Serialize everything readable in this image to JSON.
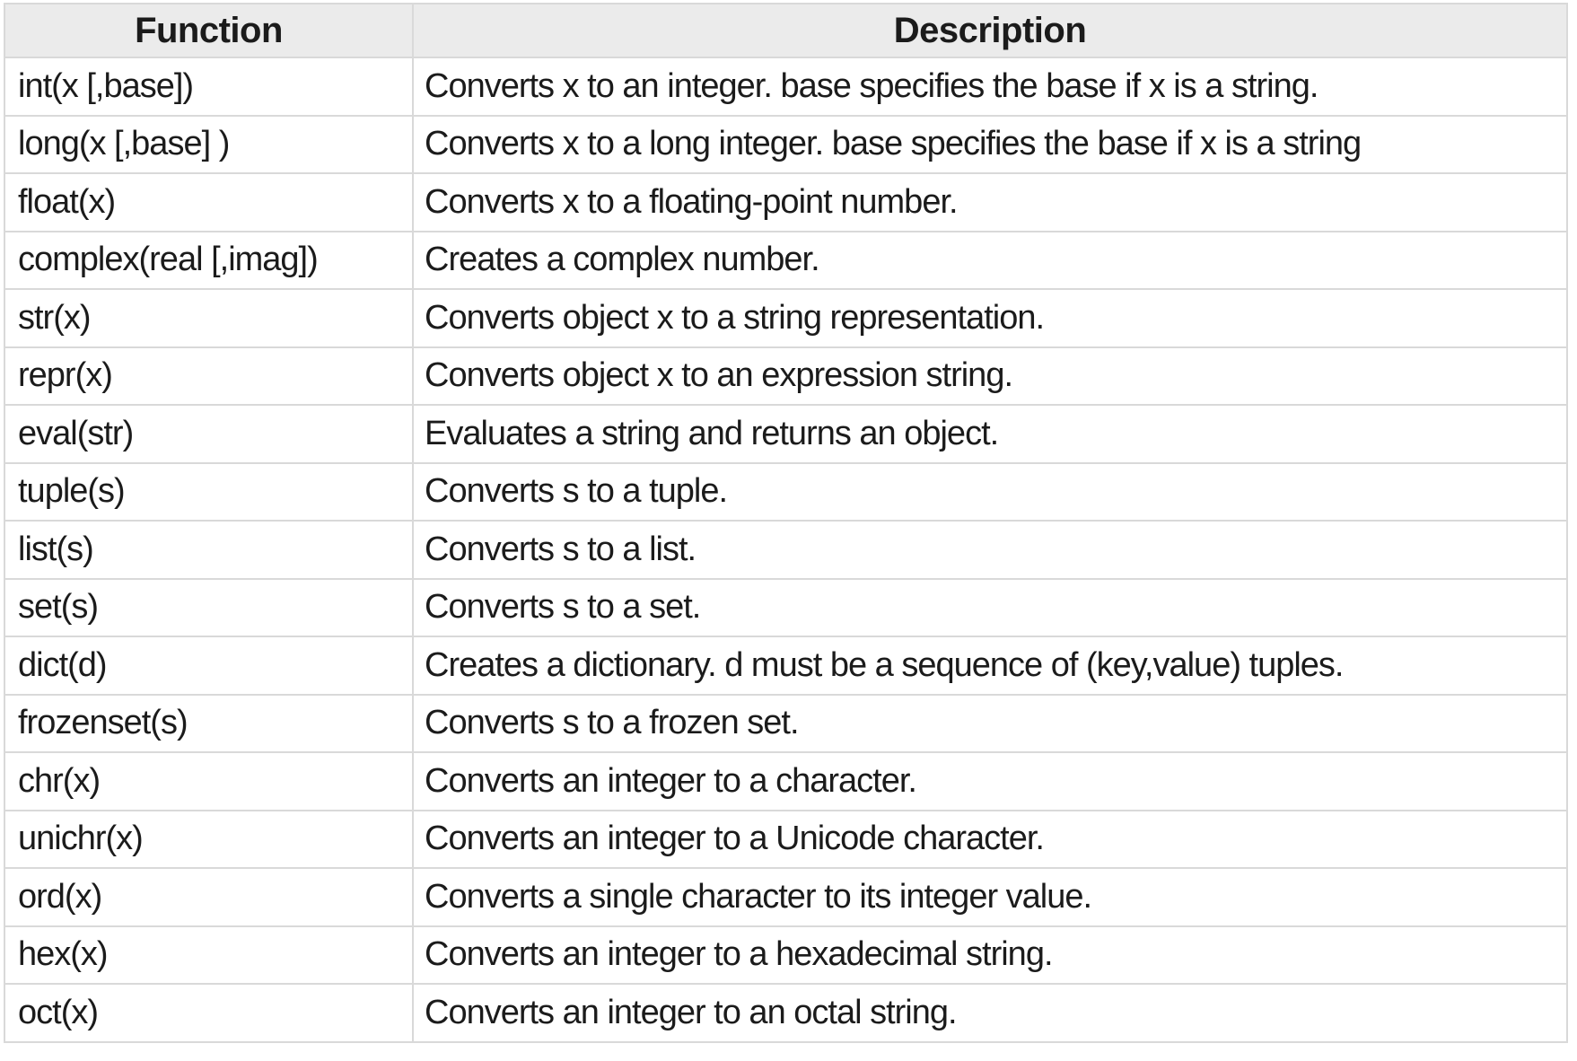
{
  "colors": {
    "header_bg": "#ebebeb",
    "border": "#d9d9d9",
    "text": "#1b1b1b",
    "row_bg": "#ffffff"
  },
  "table": {
    "headers": [
      {
        "label": "Function"
      },
      {
        "label": "Description"
      }
    ],
    "rows": [
      {
        "function": "int(x [,base])",
        "description": "Converts x to an integer. base specifies the base if x is a string."
      },
      {
        "function": "long(x [,base] )",
        "description": "Converts x to a long integer. base specifies the base if x is a string"
      },
      {
        "function": "float(x)",
        "description": "Converts x to a floating-point number."
      },
      {
        "function": "complex(real [,imag])",
        "description": "Creates a complex number."
      },
      {
        "function": "str(x)",
        "description": "Converts object x to a string representation."
      },
      {
        "function": "repr(x)",
        "description": "Converts object x to an expression string."
      },
      {
        "function": "eval(str)",
        "description": "Evaluates a string and returns an object."
      },
      {
        "function": "tuple(s)",
        "description": "Converts s to a tuple."
      },
      {
        "function": "list(s)",
        "description": "Converts s to a list."
      },
      {
        "function": "set(s)",
        "description": "Converts s to a set."
      },
      {
        "function": "dict(d)",
        "description": "Creates a dictionary. d must be a sequence of (key,value) tuples."
      },
      {
        "function": "frozenset(s)",
        "description": "Converts s to a frozen set."
      },
      {
        "function": "chr(x)",
        "description": "Converts an integer to a character."
      },
      {
        "function": "unichr(x)",
        "description": "Converts an integer to a Unicode character."
      },
      {
        "function": "ord(x)",
        "description": "Converts a single character to its integer value."
      },
      {
        "function": "hex(x)",
        "description": "Converts an integer to a hexadecimal string."
      },
      {
        "function": "oct(x)",
        "description": "Converts an integer to an octal string."
      }
    ]
  }
}
